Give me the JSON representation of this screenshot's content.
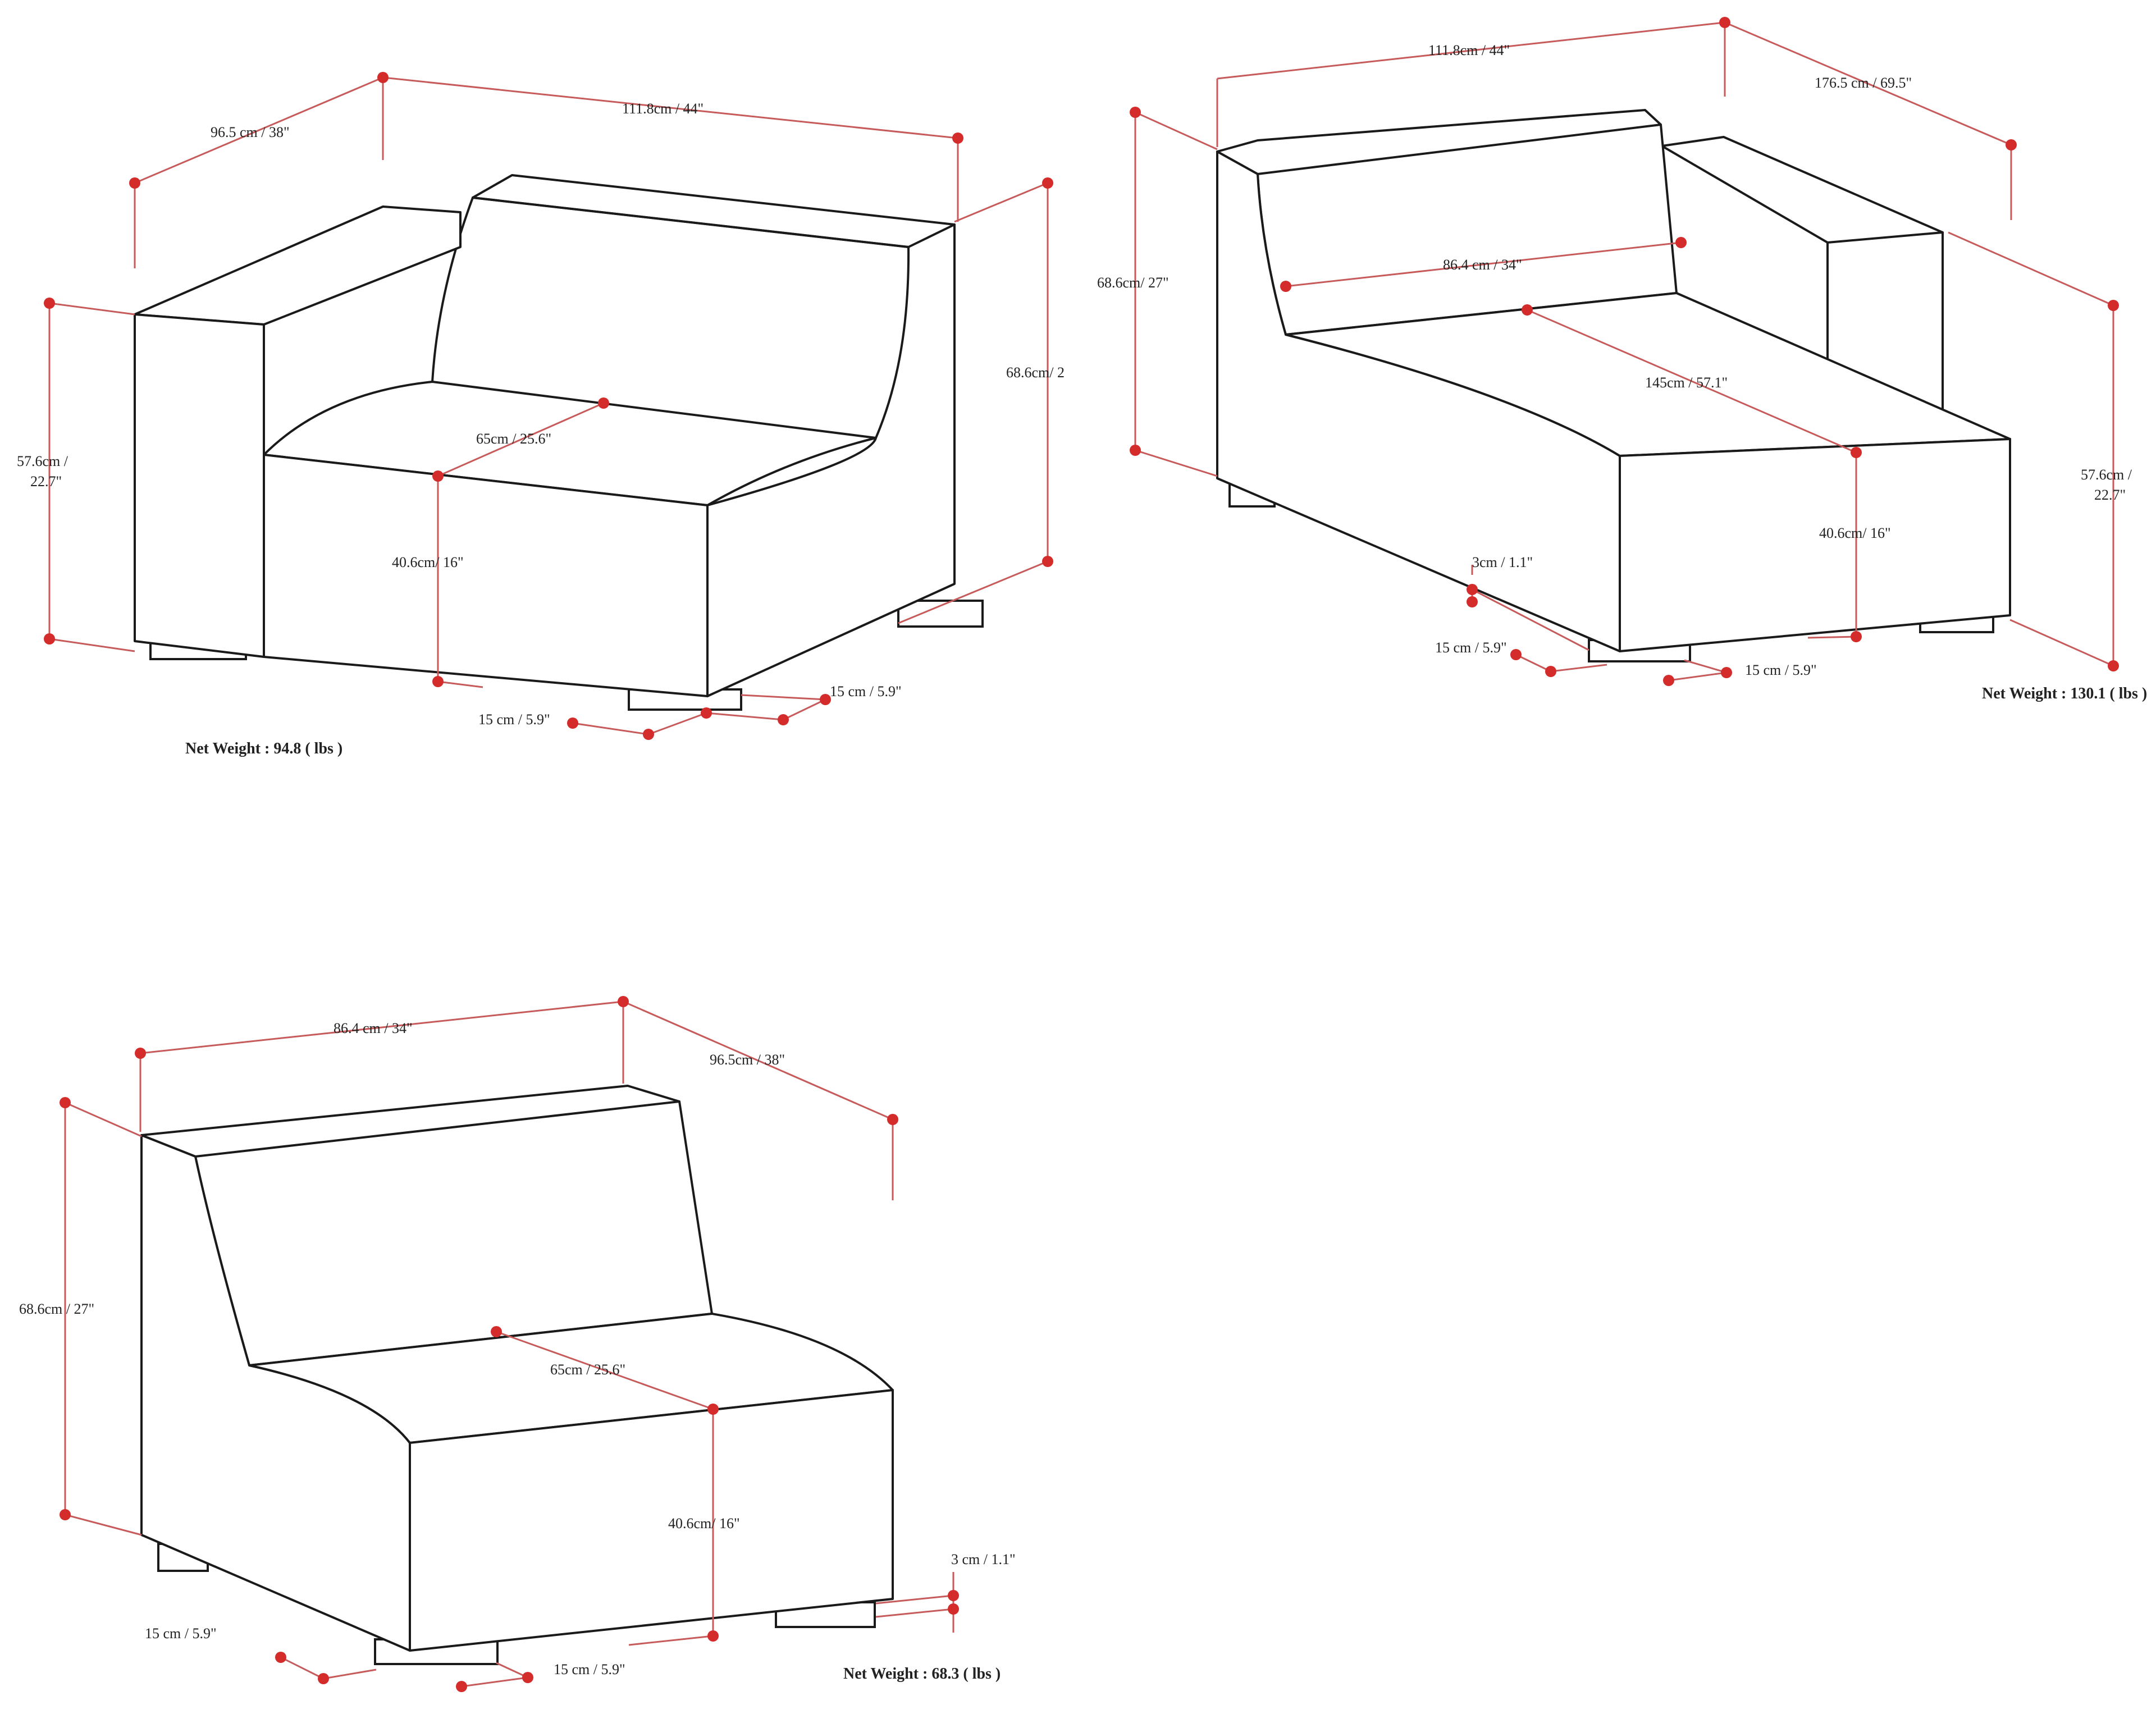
{
  "colors": {
    "outline": "#1a1a1a",
    "dimension": "#c75a5a",
    "marker": "#d42b2b"
  },
  "armchair": {
    "width": "111.8cm / 44\"",
    "depth": "96.5 cm / 38\"",
    "height": "68.6cm/ 2",
    "arm_height_line1": "57.6cm /",
    "arm_height_line2": "22.7\"",
    "seat_depth": "65cm / 25.6\"",
    "seat_height": "40.6cm/ 16\"",
    "leg_front": "15 cm / 5.9\"",
    "leg_side": "15 cm / 5.9\"",
    "net_weight": "Net Weight : 94.8 ( lbs )"
  },
  "chaise": {
    "width": "111.8cm / 44\"",
    "length": "176.5 cm / 69.5\"",
    "height": "68.6cm/ 27\"",
    "back_width": "86.4 cm / 34\"",
    "seat_length": "145cm / 57.1\"",
    "arm_height_line1": "57.6cm /",
    "arm_height_line2": "22.7\"",
    "seat_height": "40.6cm/ 16\"",
    "leg_height": "3cm / 1.1\"",
    "leg_left": "15 cm / 5.9\"",
    "leg_right": "15 cm / 5.9\"",
    "net_weight": "Net Weight : 130.1 ( lbs )"
  },
  "armless": {
    "width": "86.4 cm / 34\"",
    "depth": "96.5cm / 38\"",
    "height": "68.6cm / 27\"",
    "seat_depth": "65cm / 25.6\"",
    "seat_height": "40.6cm/ 16\"",
    "leg_height": "3 cm / 1.1\"",
    "leg_left": "15 cm / 5.9\"",
    "leg_right": "15 cm / 5.9\"",
    "net_weight": "Net Weight : 68.3 ( lbs )"
  }
}
